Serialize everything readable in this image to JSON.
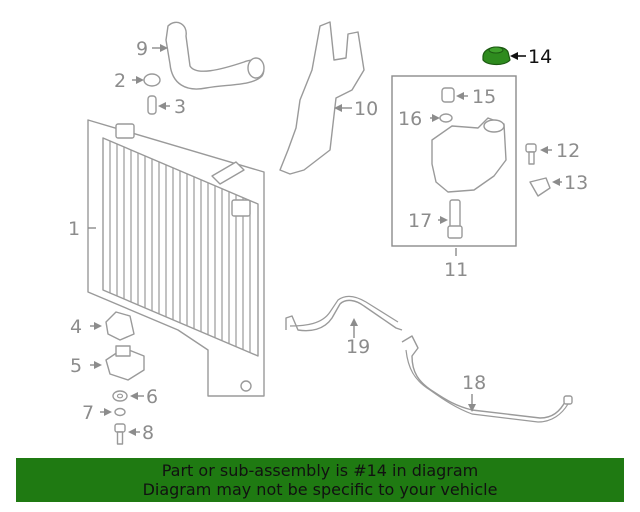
{
  "callouts": {
    "c1": "1",
    "c2": "2",
    "c3": "3",
    "c4": "4",
    "c5": "5",
    "c6": "6",
    "c7": "7",
    "c8": "8",
    "c9": "9",
    "c10": "10",
    "c11": "11",
    "c12": "12",
    "c13": "13",
    "c14": "14",
    "c15": "15",
    "c16": "16",
    "c17": "17",
    "c18": "18",
    "c19": "19"
  },
  "highlighted_part": "14",
  "banner": {
    "line1": "Part or sub-assembly is #14 in diagram",
    "line2": "Diagram may not be specific to your vehicle"
  },
  "colors": {
    "banner_bg": "#1f7a12",
    "highlight_part": "#2e8b1e",
    "line_art": "#9a9a9a",
    "callout_text": "#8c8c8c"
  }
}
